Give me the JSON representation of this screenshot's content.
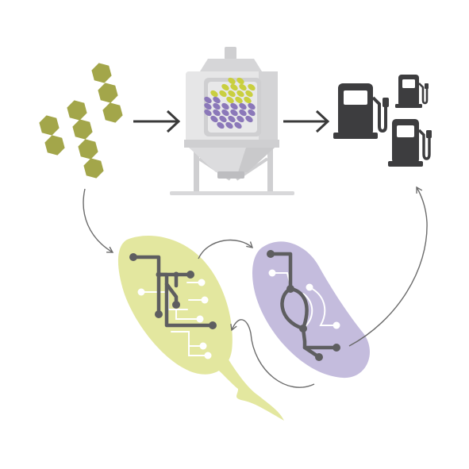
{
  "colors": {
    "background": "#ffffff",
    "hexagon": "#a3a64a",
    "yellow_cell": "#e3e79f",
    "purple_cell": "#c4bcdd",
    "purple_dot": "#8b78b9",
    "yellow_dot": "#c9cf3f",
    "circuit_dark": "#5e5e60",
    "circuit_light": "#ffffff",
    "arrow": "#3a3a3a",
    "curve_arrow": "#6b6b6b",
    "tank_light": "#e6e6e7",
    "tank_mid": "#cfcfd1",
    "tank_dark": "#bdbdc0",
    "pump": "#3d3d3f"
  },
  "icons": {
    "feedstock": "hexagon-icon",
    "bioreactor": "fermentation-tank-icon",
    "fuel": "fuel-pump-icon",
    "microbe_yellow": "yeast-cell-icon",
    "microbe_purple": "bacterium-icon"
  },
  "flow": [
    {
      "from": "feedstock",
      "to": "bioreactor"
    },
    {
      "from": "bioreactor",
      "to": "fuel"
    },
    {
      "from": "feedstock",
      "to": "microbe_yellow"
    },
    {
      "from": "microbe_yellow",
      "to": "microbe_purple"
    },
    {
      "from": "microbe_purple",
      "to": "microbe_yellow"
    },
    {
      "from": "microbe_purple",
      "to": "fuel"
    }
  ]
}
